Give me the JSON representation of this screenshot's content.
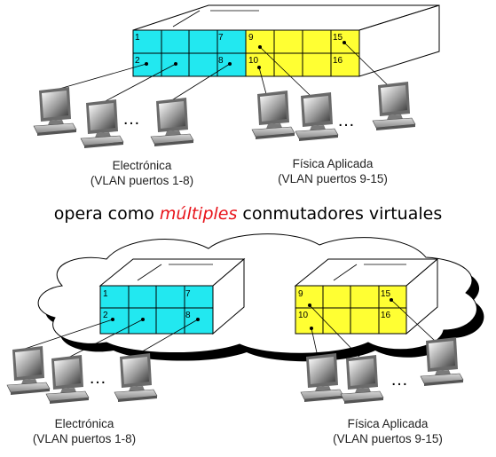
{
  "top": {
    "group_left": {
      "name": "Electrónica",
      "ports": "(VLAN puertos 1-8)"
    },
    "group_right": {
      "name": "Física Aplicada",
      "ports": "(VLAN puertos 9-15)"
    },
    "port_labels": [
      "1",
      "2",
      "7",
      "8",
      "9",
      "10",
      "15",
      "16"
    ],
    "ellipsis": [
      "…",
      "…"
    ]
  },
  "caption": {
    "before": "opera como ",
    "highlight": "múltiples",
    "after": " conmutadores virtuales"
  },
  "bottom": {
    "group_left": {
      "name": "Electrónica",
      "ports": "(VLAN puertos 1-8)"
    },
    "group_right": {
      "name": "Física Aplicada",
      "ports": "(VLAN puertos 9-15)"
    },
    "port_labels": [
      "1",
      "2",
      "7",
      "8",
      "9",
      "10",
      "15",
      "16"
    ],
    "ellipsis": [
      "…",
      "…"
    ]
  },
  "colors": {
    "vlan_left": "#22e8f0",
    "vlan_right": "#ffff33",
    "outline": "#000000",
    "cloud_shadow": "#000000"
  }
}
